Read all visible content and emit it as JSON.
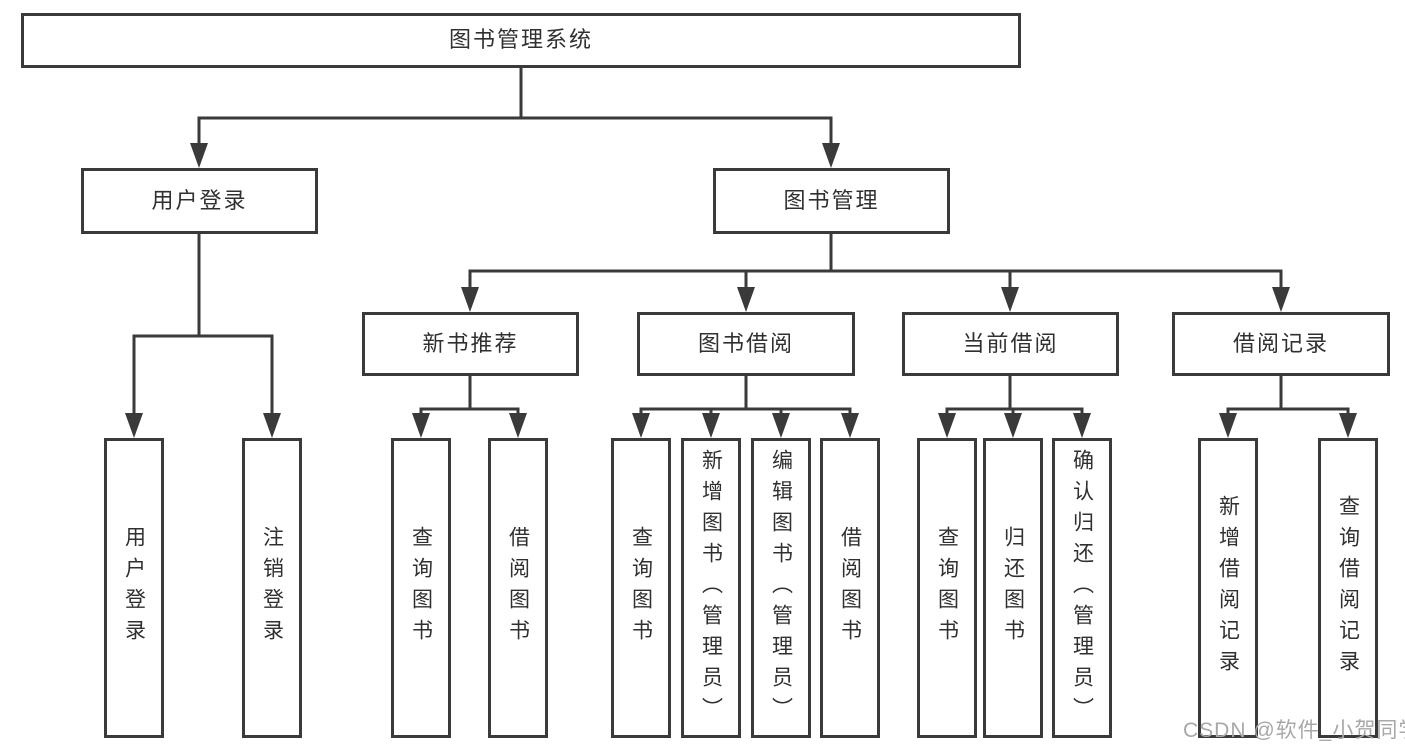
{
  "diagram": {
    "colors": {
      "line": "#3a3a3a",
      "box_border": "#3a3a3a",
      "text": "#303030",
      "background": "#ffffff",
      "watermark_text_color": "#a8a8a8"
    },
    "root": {
      "label": "图书管理系统"
    },
    "branches": [
      {
        "label": "用户登录",
        "children": [
          {
            "label": "用户登录"
          },
          {
            "label": "注销登录"
          }
        ]
      },
      {
        "label": "图书管理",
        "children": [
          {
            "label": "新书推荐",
            "children": [
              {
                "label": "查询图书"
              },
              {
                "label": "借阅图书"
              }
            ]
          },
          {
            "label": "图书借阅",
            "children": [
              {
                "label": "查询图书"
              },
              {
                "label": "新增图书（管理员）"
              },
              {
                "label": "编辑图书（管理员）"
              },
              {
                "label": "借阅图书"
              }
            ]
          },
          {
            "label": "当前借阅",
            "children": [
              {
                "label": "查询图书"
              },
              {
                "label": "归还图书"
              },
              {
                "label": "确认归还（管理员）"
              }
            ]
          },
          {
            "label": "借阅记录",
            "children": [
              {
                "label": "新增借阅记录"
              },
              {
                "label": "查询借阅记录"
              }
            ]
          }
        ]
      }
    ],
    "watermark": {
      "text": "CSDN @软件_小贺同学"
    }
  }
}
